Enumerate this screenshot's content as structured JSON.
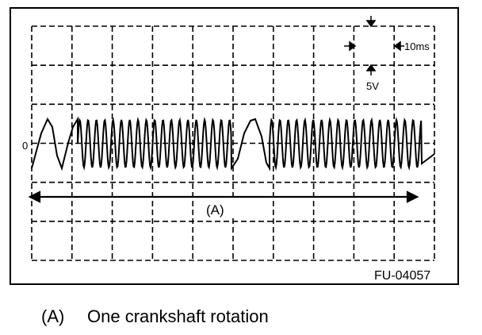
{
  "scope": {
    "zero_label": "0",
    "voltage_label": "5V",
    "time_label": "10ms",
    "span_label": "(A)",
    "figure_id": "FU-04057",
    "colors": {
      "ink": "#000000",
      "background": "#ffffff"
    }
  },
  "caption": {
    "key": "(A)",
    "text": "One crankshaft rotation"
  }
}
